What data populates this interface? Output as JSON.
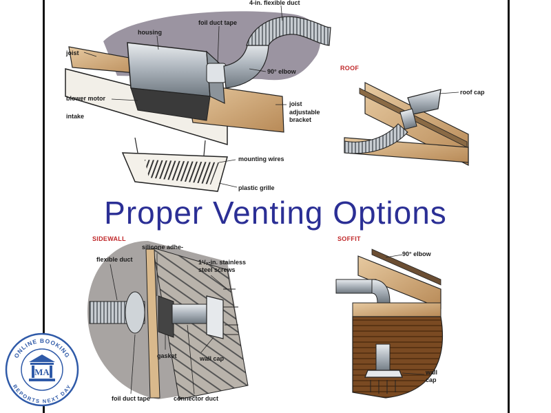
{
  "title": "Proper Venting Options",
  "sections": {
    "roof": "ROOF",
    "sidewall": "SIDEWALL",
    "soffit": "SOFFIT"
  },
  "labels": {
    "flex_duct_top": "4-in. flexible duct",
    "foil_duct_tape_top": "foil duct tape",
    "housing": "housing",
    "joist_left": "joist",
    "elbow_top": "90° elbow",
    "blower_motor": "blower motor",
    "intake": "intake",
    "joist_right": "joist",
    "adjustable_bracket_1": "adjustable",
    "adjustable_bracket_2": "bracket",
    "mounting_wires": "mounting wires",
    "plastic_grille": "plastic grille",
    "roof_cap": "roof cap",
    "silicone_1": "silicone adhe-",
    "flexible_duct": "flexible duct",
    "screws_1": "1¹/₂-in. stainless",
    "screws_2": "steel screws",
    "gasket": "gasket",
    "wall_cap_side": "wall cap",
    "foil_duct_tape_bottom": "foil duct tape",
    "connector_duct": "connector duct",
    "elbow_soffit": "90° elbow",
    "wall_cap_soffit_1": "wall",
    "wall_cap_soffit_2": "cap"
  },
  "badge": {
    "top_text": "ONLINE BOOKING",
    "bottom_text": "REPORTS NEXT DAY",
    "monogram": "MA"
  },
  "colors": {
    "title": "#2b2f95",
    "section": "#c0282a",
    "badge": "#2f5aa8"
  }
}
